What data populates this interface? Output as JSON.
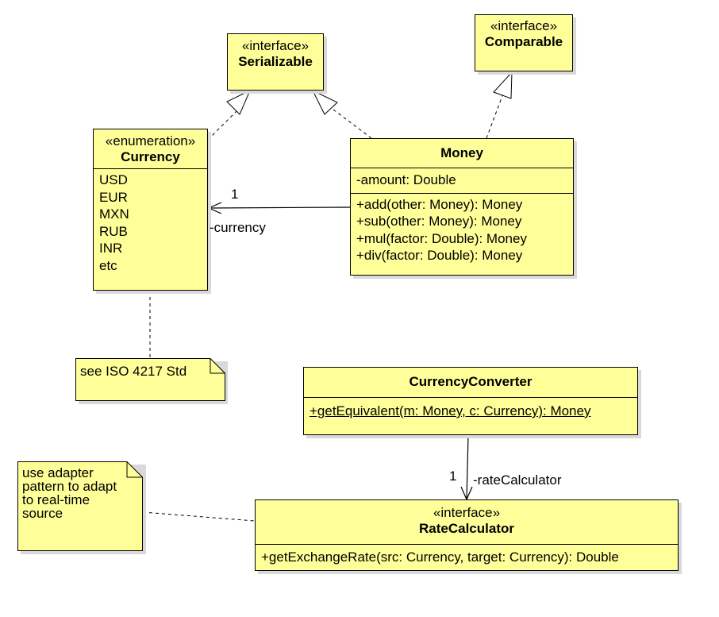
{
  "serializable": {
    "stereotype": "«interface»",
    "name": "Serializable"
  },
  "comparable": {
    "stereotype": "«interface»",
    "name": "Comparable"
  },
  "currency": {
    "stereotype": "«enumeration»",
    "name": "Currency",
    "literals": [
      "USD",
      "EUR",
      "MXN",
      "RUB",
      "INR",
      "etc"
    ]
  },
  "money": {
    "name": "Money",
    "attributes": [
      "-amount: Double"
    ],
    "operations": [
      "+add(other: Money): Money",
      "+sub(other: Money): Money",
      "+mul(factor: Double): Money",
      "+div(factor: Double): Money"
    ]
  },
  "currency_converter": {
    "name": "CurrencyConverter",
    "operations": [
      "+getEquivalent(m: Money, c: Currency): Money"
    ]
  },
  "rate_calculator": {
    "stereotype": "«interface»",
    "name": "RateCalculator",
    "operations": [
      "+getExchangeRate(src: Currency, target: Currency): Double"
    ]
  },
  "notes": {
    "iso": "see ISO 4217 Std",
    "adapter": "use adapter\npattern to adapt\nto real-time\nsource"
  },
  "associations": {
    "money_currency": {
      "multiplicity": "1",
      "role": "-currency"
    },
    "converter_rate": {
      "multiplicity": "1",
      "role": "-rateCalculator"
    }
  }
}
